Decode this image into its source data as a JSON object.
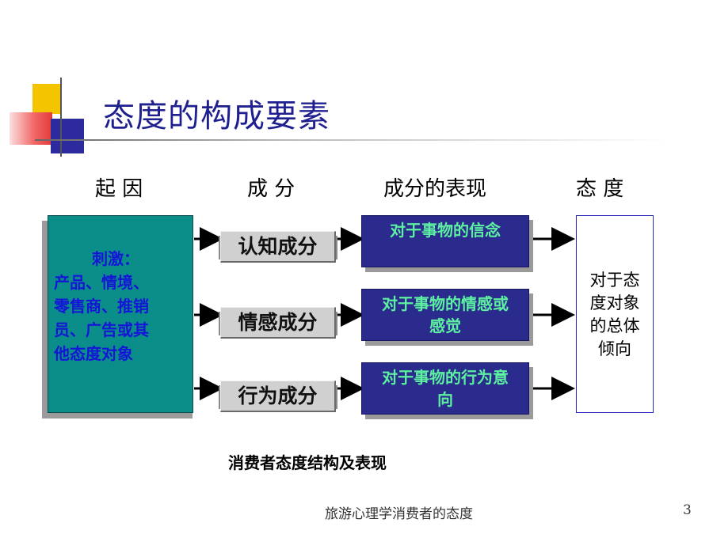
{
  "title": "态度的构成要素",
  "column_headers": {
    "cause": "起 因",
    "component": "成 分",
    "expression": "成分的表现",
    "attitude": "态 度"
  },
  "stimulus": {
    "line1": "刺激：",
    "line2": "产品、情境、",
    "line3": "零售商、推销",
    "line4": "员、广告或其",
    "line5": "他态度对象"
  },
  "components": [
    {
      "label": "认知成分"
    },
    {
      "label": "情感成分"
    },
    {
      "label": "行为成分"
    }
  ],
  "expressions": [
    {
      "line1": "对于事物的信念",
      "line2": ""
    },
    {
      "line1": "对于事物的情感或",
      "line2": "感觉"
    },
    {
      "line1": "对于事物的行为意",
      "line2": "向"
    }
  ],
  "attitude": {
    "line1": "对于态",
    "line2": "度对象",
    "line3": "的总体",
    "line4": "倾向"
  },
  "caption": "消费者态度结构及表现",
  "footer": "旅游心理学消费者的态度",
  "page_number": "3",
  "colors": {
    "title": "#1f1f8f",
    "stimulus_box": "#0b8d8a",
    "stimulus_text": "#1515d8",
    "expression_box": "#2b2b8e",
    "expression_text": "#5cf0a0",
    "component_box": "#d0d0d0"
  }
}
